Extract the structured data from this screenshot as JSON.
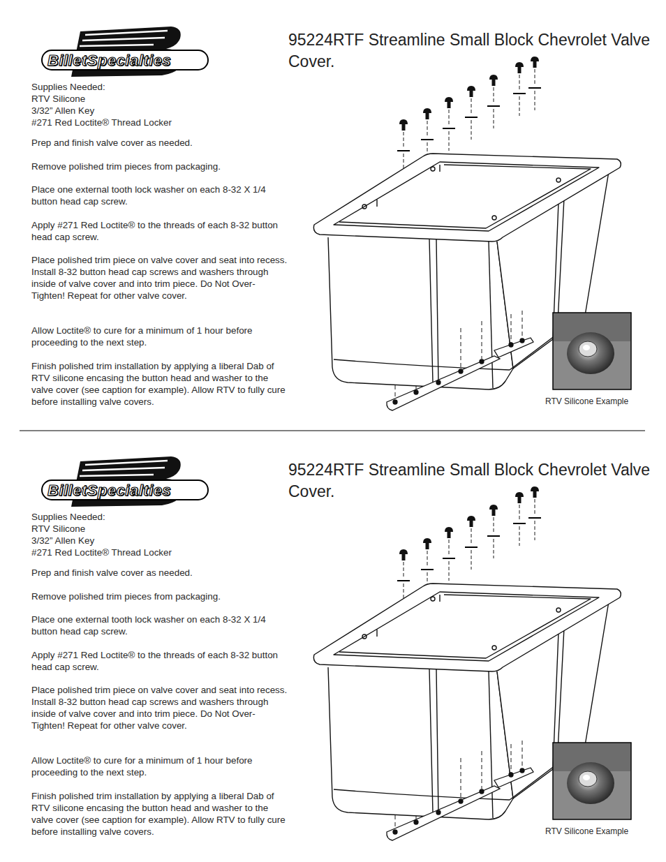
{
  "diagram": {
    "title": "95224RTF Streamline Small Block Chevrolet Valve Cover.",
    "labels": [
      "BilletSpecialties",
      "Supplies Needed:",
      "RTV Silicone",
      "3/32” Allen Key",
      "#271 Red Loctite® Thread Locker",
      "Prep and finish valve cover as needed.",
      "Remove polished trim pieces from packaging.",
      "Place one external tooth lock washer on each 8-32 X 1/4 button head cap screw.",
      "Apply #271 Red Loctite® to the threads of each 8-32 button head cap screw.",
      "Place polished trim piece on valve cover and seat into recess. Install 8-32 button head cap screws and washers through inside of valve cover and into trim piece. Do Not Over-Tighten! Repeat for other valve cover.",
      "Allow Loctite® to cure for a minimum of 1 hour before proceeding to the next step.",
      "Finish polished trim installation by applying a liberal Dab of RTV silicone encasing the button head and washer to the valve cover (see caption for example). Allow RTV to fully cure before installing valve covers.",
      "RTV Silicone Example",
      "BilletSpecialties",
      "95224RTF Streamline Small Block Chevrolet Valve Cover.",
      "Supplies Needed:",
      "RTV Silicone",
      "3/32” Allen Key",
      "#271 Red Loctite® Thread Locker",
      "Prep and finish valve cover as needed.",
      "Remove polished trim pieces from packaging.",
      "Place one external tooth lock washer on each 8-32 X 1/4 button head cap screw.",
      "Apply #271 Red Loctite® to the threads of each 8-32 button head cap screw.",
      "Place polished trim piece on valve cover and seat into recess. Install 8-32 button head cap screws and washers through inside of valve cover and into trim piece. Do Not Over-Tighten! Repeat for other valve cover.",
      "Allow Loctite® to cure for a minimum of 1 hour before proceeding to the next step.",
      "Finish polished trim installation by applying a liberal Dab of RTV silicone encasing the button head and washer to the valve cover (see caption for example). Allow RTV to fully cure before installing valve covers.",
      "RTV Silicone Example"
    ]
  }
}
